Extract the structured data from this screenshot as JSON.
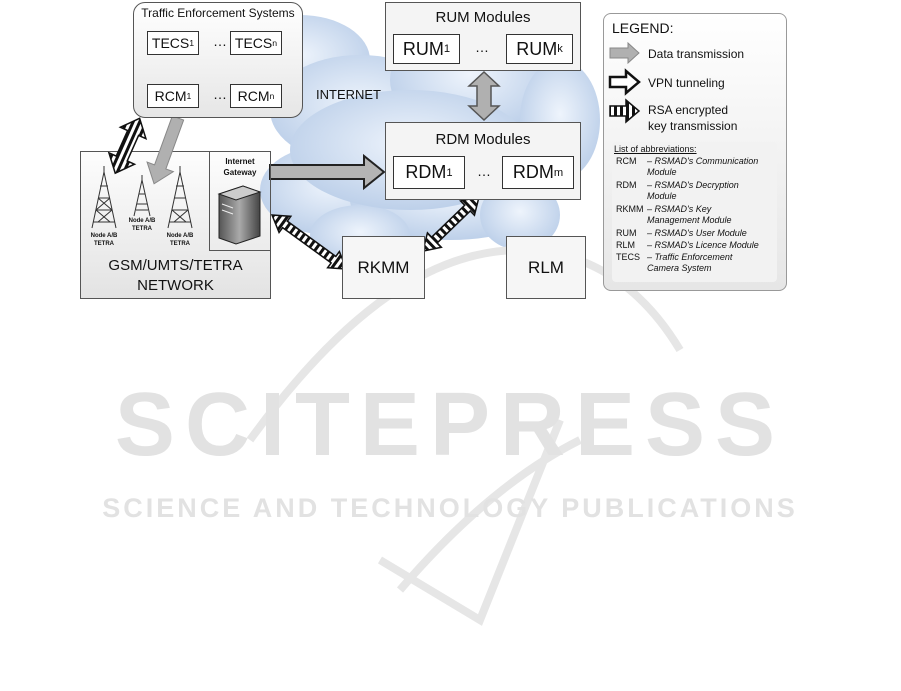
{
  "diagram": {
    "tes": {
      "title": "Traffic Enforcement Systems",
      "tecs1": "TECS",
      "tecs1_sub": "1",
      "tecsn": "TECS",
      "tecsn_sub": "n",
      "rcm1": "RCM",
      "rcm1_sub": "1",
      "rcmn": "RCM",
      "rcmn_sub": "n",
      "ellipsis": "…"
    },
    "internet_label": "INTERNET",
    "rum": {
      "title": "RUM Modules",
      "m1": "RUM",
      "m1_sub": "1",
      "mk": "RUM",
      "mk_sub": "k",
      "ellipsis": "…"
    },
    "rdm": {
      "title": "RDM Modules",
      "m1": "RDM",
      "m1_sub": "1",
      "mm": "RDM",
      "mm_sub": "m",
      "ellipsis": "…"
    },
    "network": {
      "label_line1": "GSM/UMTS/TETRA",
      "label_line2": "NETWORK",
      "gateway_line1": "Internet",
      "gateway_line2": "Gateway",
      "tower_line1": "Node A/B",
      "tower_line2": "TETRA"
    },
    "rkmm": "RKMM",
    "rlm": "RLM",
    "legend": {
      "title": "LEGEND:",
      "items": [
        {
          "icon": "gray-arrow-icon",
          "text": "Data transmission"
        },
        {
          "icon": "outline-arrow-icon",
          "text": "VPN tunneling"
        },
        {
          "icon": "striped-arrow-icon",
          "text_line1": "RSA encrypted",
          "text_line2": "key transmission"
        }
      ],
      "abbr_title": "List of abbreviations:",
      "abbreviations": [
        {
          "key": "RCM",
          "line1": "– RSMAD's Communication",
          "line2": "Module"
        },
        {
          "key": "RDM",
          "line1": "– RSMAD's Decryption",
          "line2": "Module"
        },
        {
          "key": "RKMM",
          "line1": "– RSMAD's Key",
          "line2": "Management Module"
        },
        {
          "key": "RUM",
          "line1": "– RSMAD's User Module",
          "line2": ""
        },
        {
          "key": "RLM",
          "line1": "– RSMAD's Licence Module",
          "line2": ""
        },
        {
          "key": "TECS",
          "line1": "– Traffic Enforcement",
          "line2": "Camera System"
        }
      ]
    },
    "watermark": {
      "brand": "SCITEPRESS",
      "tagline": "SCIENCE AND TECHNOLOGY PUBLICATIONS"
    }
  }
}
